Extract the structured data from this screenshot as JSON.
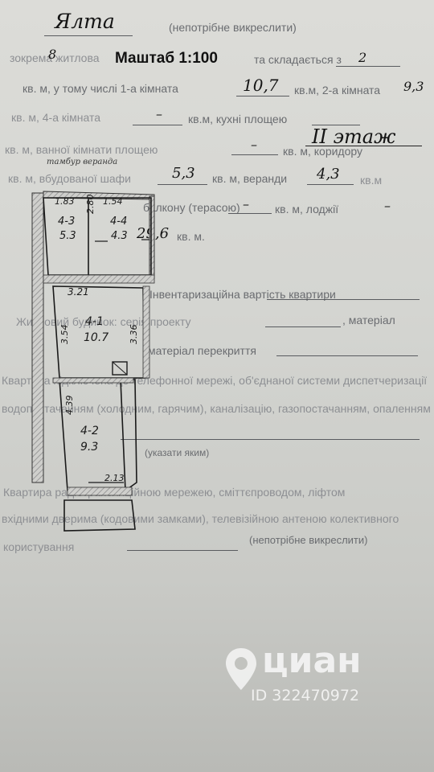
{
  "header": {
    "city": "Ялта",
    "clause_text": "(непотрібне викреслити)",
    "scale": "Маштаб 1:100",
    "consists_text": "та складається з",
    "rooms_count": "2",
    "floor": "II этаж"
  },
  "lines": {
    "l2_prefix": "зокрема житлова",
    "l2_value": "8",
    "l3_prefix": "кв. м, у тому числі 1-а кімната",
    "room1_area": "10,7",
    "l3_mid": "кв.м, 2-а кімната",
    "l3_end": "9,3",
    "l4_prefix": "кв. м, 4-а кімната",
    "l4_mid": "кв.м, кухні площею",
    "l5_prefix": "кв. м, ванної кімнати площею",
    "l5_mid": "кв. м, коридору",
    "l5_note": "тамбур веранда",
    "l6_prefix": "кв. м, вбудованої шафи",
    "l6_value": "5,3",
    "l6_mid": "кв. м, веранди",
    "l6_value2": "4,3",
    "l6_end": "кв.м",
    "l7_prefix": "балкону (терасою)",
    "l7_mid": "кв. м, лоджії",
    "l8_value": "29,6",
    "l8_unit": "кв. м.",
    "l10_text": "Інвентаризаційна вартість квартири",
    "l11_text": "Житловий будинок: серія проекту",
    "l11_end": ", матеріал",
    "l12_text": "матеріал перекриття",
    "l13_text": "Квартира підключена до телефонної мережі, об'єднаної системи диспетчеризації",
    "l14_text": "водопостачанням (холодним, гарячим), каналізацію, газопостачанням, опаленням",
    "l15_text": "(указати яким)",
    "l16_text": "Квартира радіотрансляційною мережею, сміттєпроводом, ліфтом",
    "l17_text": "вхідними дверима (кодовими замками), телевізійною антеною колективного",
    "l18_text": "користування",
    "l18_end": "(непотрібне викреслити)"
  },
  "plan": {
    "rooms": [
      {
        "id": "4-3",
        "area": "5.3",
        "width": "1.83",
        "depth": "2.80"
      },
      {
        "id": "4-4",
        "area": "4.3",
        "width": "1.54"
      },
      {
        "id": "4-1",
        "area": "10.7",
        "width": "3.21",
        "depth_left": "3.54",
        "depth_right": "3.36"
      },
      {
        "id": "4-2",
        "area": "9.3",
        "depth": "4.39",
        "width_bottom": "2.13"
      }
    ]
  },
  "watermark": {
    "brand": "циан",
    "id_text": "ID 322470972"
  },
  "colors": {
    "paper": "#d6d7d3",
    "ink": "#111111",
    "print": "#6a6c70",
    "wall_hatch": "#9a9a9a"
  }
}
